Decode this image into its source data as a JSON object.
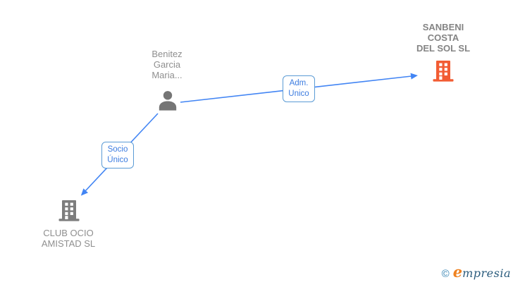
{
  "diagram": {
    "nodes": {
      "person": {
        "label": "Benitez\nGarcia\nMaria...",
        "icon": "person-icon",
        "icon_color": "#757575"
      },
      "sanbeni": {
        "label": "SANBENI\nCOSTA\nDEL SOL  SL",
        "icon": "building-icon",
        "icon_color": "#f25c33"
      },
      "club": {
        "label": "CLUB OCIO\nAMISTAD SL",
        "icon": "building-icon",
        "icon_color": "#7d7d7d"
      }
    },
    "edges": [
      {
        "label": "Adm.\nUnico",
        "from": "person",
        "to": "sanbeni"
      },
      {
        "label": "Socio\nÚnico",
        "from": "person",
        "to": "club"
      }
    ]
  },
  "colors": {
    "edge_blue": "#4285f4",
    "box_border_blue": "#5b9bd5",
    "box_text_blue": "#3c7ce0",
    "company_orange": "#f25c33",
    "icon_gray": "#7d7d7d",
    "label_gray": "#8f8f8f",
    "logo_copyright_blue": "#2e7fb0",
    "logo_e_orange": "#ef8220",
    "logo_text_teal": "#2b5c7d"
  },
  "footer": {
    "copyright": "©",
    "brand_e": "e",
    "brand_rest": "mpresia"
  }
}
